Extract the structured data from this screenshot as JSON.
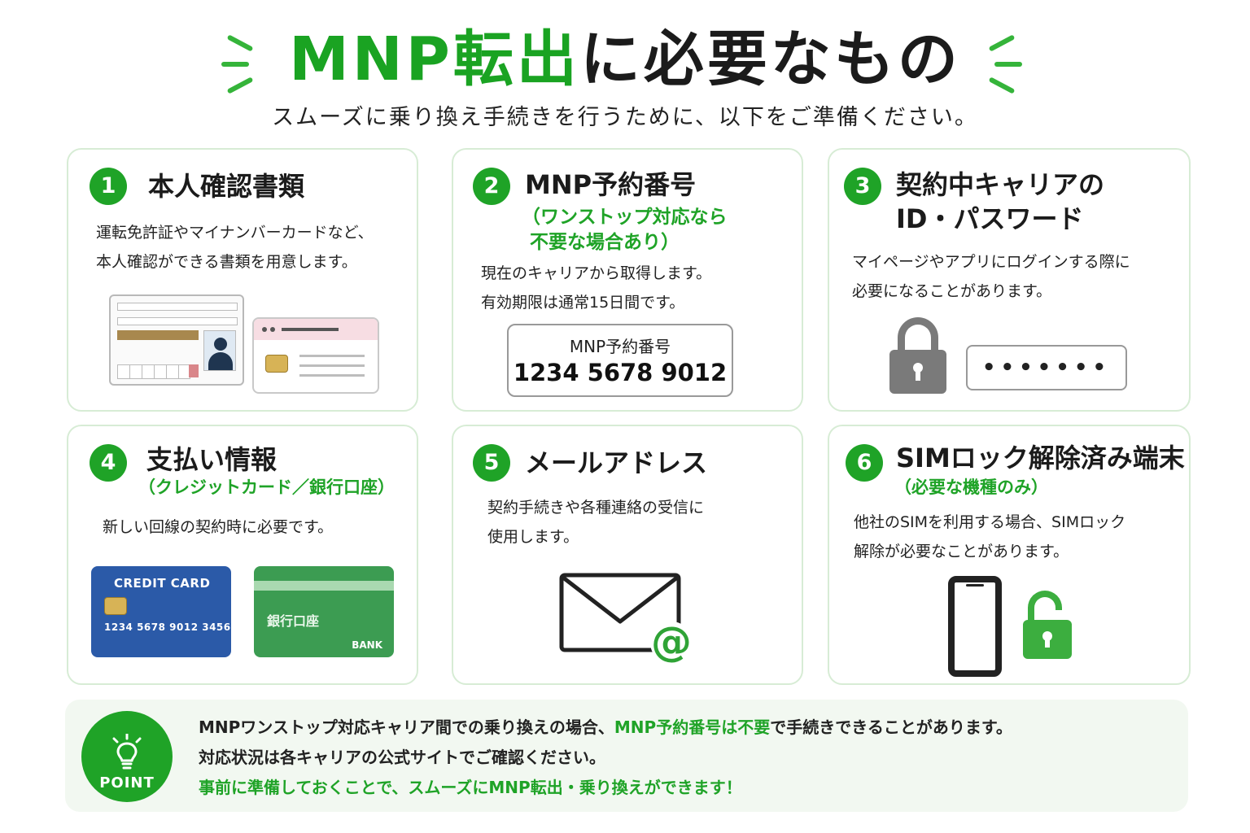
{
  "header": {
    "title_green": "MNP転出",
    "title_black": "に必要なもの",
    "subtitle": "スムーズに乗り換え手続きを行うために、以下をご準備ください。"
  },
  "cards": [
    {
      "number": "1",
      "title": "本人確認書類",
      "subtitle": "",
      "desc": [
        "運転免許証やマイナンバーカードなど、",
        "本人確認ができる書類を用意します。"
      ]
    },
    {
      "number": "2",
      "title": "MNP予約番号",
      "subtitle": [
        "（ワンストップ対応なら",
        "不要な場合あり）"
      ],
      "desc": [
        "現在のキャリアから取得します。",
        "有効期限は通常15日間です。"
      ],
      "box_label": "MNP予約番号",
      "box_value": "1234 5678 9012"
    },
    {
      "number": "3",
      "title": [
        "契約中キャリアの",
        "ID・パスワード"
      ],
      "desc": [
        "マイページやアプリにログインする際に",
        "必要になることがあります。"
      ],
      "password_mask": "•••••••"
    },
    {
      "number": "4",
      "title": "支払い情報",
      "subtitle": "（クレジットカード／銀行口座）",
      "desc": [
        "新しい回線の契約時に必要です。"
      ],
      "credit_card_label": "CREDIT CARD",
      "credit_card_number": "1234 5678 9012 3456",
      "bank_card_label": "銀行口座",
      "bank_card_brand": "BANK"
    },
    {
      "number": "5",
      "title": "メールアドレス",
      "desc": [
        "契約手続きや各種連絡の受信に",
        "使用します。"
      ]
    },
    {
      "number": "6",
      "title": "SIMロック解除済み端末",
      "subtitle": "（必要な機種のみ）",
      "desc": [
        "他社のSIMを利用する場合、SIMロック",
        "解除が必要なことがあります。"
      ]
    }
  ],
  "point": {
    "badge_label": "POINT",
    "line1_a": "MNPワンストップ対応キャリア間での乗り換えの場合、",
    "line1_b": "MNP予約番号は不要",
    "line1_c": "で手続きできることがあります。",
    "line2": "対応状況は各キャリアの公式サイトでご確認ください。",
    "line3": "事前に準備しておくことで、スムーズにMNP転出・乗り換えができます！"
  },
  "colors": {
    "accent_green": "#1fa327",
    "card_border": "#d7ecd5",
    "point_bg": "#f2f8f1",
    "credit_card_blue": "#2b5aa8",
    "bank_card_green": "#3c9c52"
  }
}
